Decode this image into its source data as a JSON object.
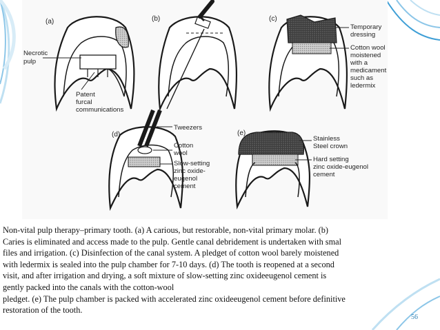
{
  "figure": {
    "panels": [
      "(a)",
      "(b)",
      "(c)",
      "(d)",
      "(e)"
    ],
    "labels": {
      "necrotic": [
        "Necrotic",
        "pulp"
      ],
      "patent": [
        "Patent",
        "furcal",
        "communications"
      ],
      "temporary": [
        "Temporary",
        "dressing"
      ],
      "cotton_c": [
        "Cotton wool",
        "moistened",
        "with a",
        "medicament",
        "such as",
        "ledermix"
      ],
      "tweezers": [
        "Tweezers"
      ],
      "cotton_d": [
        "Cotton",
        "wool"
      ],
      "slow": [
        "Slow-setting",
        "zinc oxide-",
        "eugenol",
        "cement"
      ],
      "crown": [
        "Stainless",
        "Steel crown"
      ],
      "hard": [
        "Hard setting",
        "zinc oxide-eugenol",
        "cement"
      ]
    }
  },
  "caption": {
    "lines": [
      "Non-vital pulp therapy–primary tooth. (a) A carious, but restorable, non-vital primary molar. (b)",
      "Caries is eliminated and access made to the pulp. Gentle canal debridement is undertaken with smal",
      "files and irrigation. (c) Disinfection of the canal system. A pledget of cotton wool barely moistened",
      "with ledermix is sealed into the pulp chamber for 7-10 days. (d) The tooth is reopened at a second",
      "visit, and after irrigation and drying, a soft mixture of slow-setting zinc oxideeugenol cement is",
      "gently packed into the canals with the cotton-wool",
      "pledget. (e) The pulp chamber is packed with accelerated zinc oxideeugenol cement before definitive",
      "restoration of the tooth."
    ]
  },
  "page_number": "56",
  "colors": {
    "accent": "#3f9fd6",
    "text": "#111111"
  }
}
